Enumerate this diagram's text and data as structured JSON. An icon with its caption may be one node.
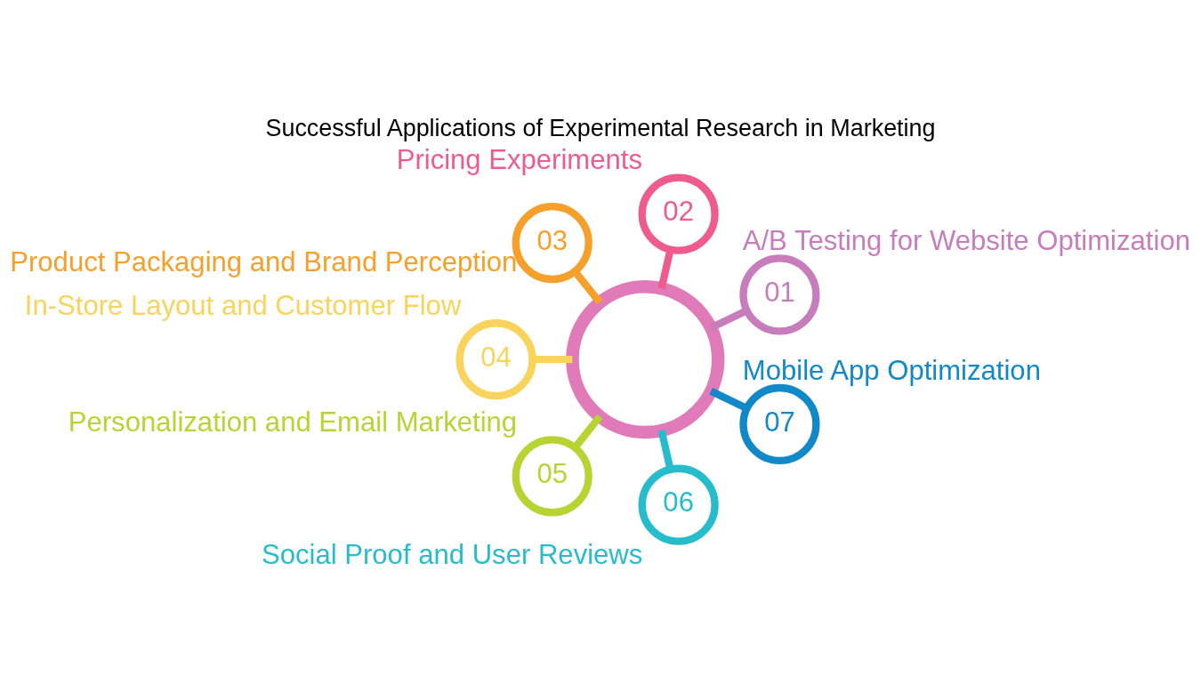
{
  "diagram": {
    "title": "Successful Applications of Experimental Research in Marketing",
    "nodes": [
      {
        "text": [
          "01"
        ],
        "beside": [
          "A/B Testing for Website Optimization"
        ]
      },
      {
        "text": [
          "02"
        ],
        "beside": [
          "Pricing Experiments"
        ]
      },
      {
        "text": [
          "03"
        ],
        "beside": [
          "Product Packaging and Brand Perception"
        ]
      },
      {
        "text": [
          "04"
        ],
        "beside": [
          "In-Store Layout and Customer Flow"
        ]
      },
      {
        "text": [
          "05"
        ],
        "beside": [
          "Personalization and Email Marketing"
        ]
      },
      {
        "text": [
          "06"
        ],
        "beside": [
          "Social Proof and User Reviews"
        ]
      },
      {
        "text": [
          "07"
        ],
        "beside": [
          "Mobile App Optimization"
        ]
      },
      {
        "text": [],
        "shape": "circle"
      }
    ],
    "edges": [
      {
        "from": 7,
        "to": 0,
        "arrow": "none",
        "color": "#c77dbb"
      },
      {
        "from": 7,
        "to": 1,
        "arrow": "none",
        "color": "#ef5b8c"
      },
      {
        "from": 7,
        "to": 2,
        "arrow": "none",
        "color": "#f5a02a"
      },
      {
        "from": 7,
        "to": 3,
        "arrow": "none",
        "color": "#f9d45c"
      },
      {
        "from": 7,
        "to": 4,
        "arrow": "none",
        "color": "#b7d433"
      },
      {
        "from": 7,
        "to": 5,
        "arrow": "none",
        "color": "#27bccb"
      },
      {
        "from": 7,
        "to": 6,
        "arrow": "none",
        "color": "#1188c8"
      }
    ]
  }
}
